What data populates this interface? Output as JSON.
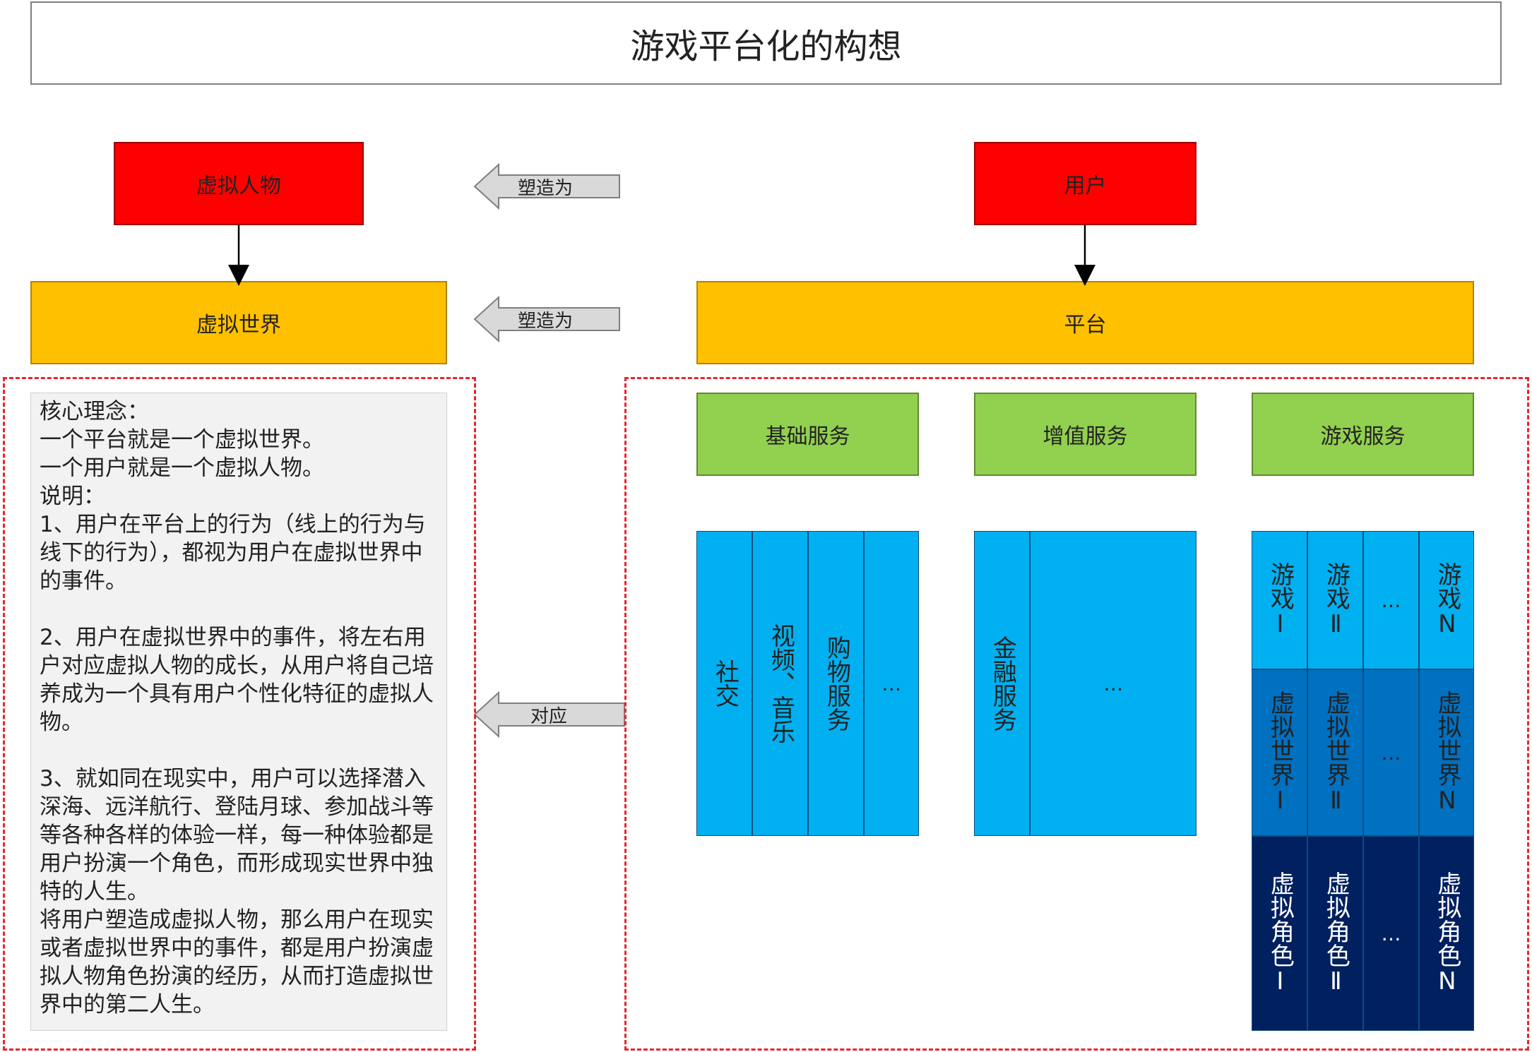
{
  "title": "游戏平台化的构想",
  "nodes": {
    "virtual_person": "虚拟人物",
    "user": "用户",
    "virtual_world": "虚拟世界",
    "platform": "平台",
    "basic_service": "基础服务",
    "value_added_service": "增值服务",
    "game_service": "游戏服务"
  },
  "arrows": {
    "shape_as_1": "塑造为",
    "shape_as_2": "塑造为",
    "corresponds": "对应"
  },
  "note": {
    "lines": [
      "核心理念：",
      "一个平台就是一个虚拟世界。",
      "一个用户就是一个虚拟人物。",
      "说明：",
      "1、用户在平台上的行为（线上的行为与线下的行为），都视为用户在虚拟世界中的事件。",
      "",
      "2、用户在虚拟世界中的事件，将左右用户对应虚拟人物的成长，从用户将自己培养成为一个具有用户个性化特征的虚拟人物。",
      "",
      "3、就如同在现实中，用户可以选择潜入深海、远洋航行、登陆月球、参加战斗等等各种各样的体验一样，每一种体验都是用户扮演一个角色，而形成现实世界中独特的人生。",
      "将用户塑造成虚拟人物，那么用户在现实或者虚拟世界中的事件，都是用户扮演虚拟人物角色扮演的经历，从而打造虚拟世界中的第二人生。"
    ]
  },
  "basic_columns": [
    "社交",
    "视频、音乐",
    "购物服务",
    "…"
  ],
  "value_columns": [
    "金融服务",
    "…"
  ],
  "game_grid": {
    "games": [
      "游戏Ⅰ",
      "游戏Ⅱ",
      "…",
      "游戏N"
    ],
    "worlds": [
      "虚拟世界Ⅰ",
      "虚拟世界Ⅱ",
      "…",
      "虚拟世界N"
    ],
    "roles": [
      "虚拟角色Ⅰ",
      "虚拟角色Ⅱ",
      "…",
      "虚拟角色N"
    ]
  },
  "colors": {
    "red": "#ff0000",
    "gold": "#ffc000",
    "green": "#92d050",
    "blue_light": "#00b0f0",
    "blue_mid": "#0070c0",
    "blue_dark": "#002060",
    "dashed_border": "#e8262d"
  }
}
